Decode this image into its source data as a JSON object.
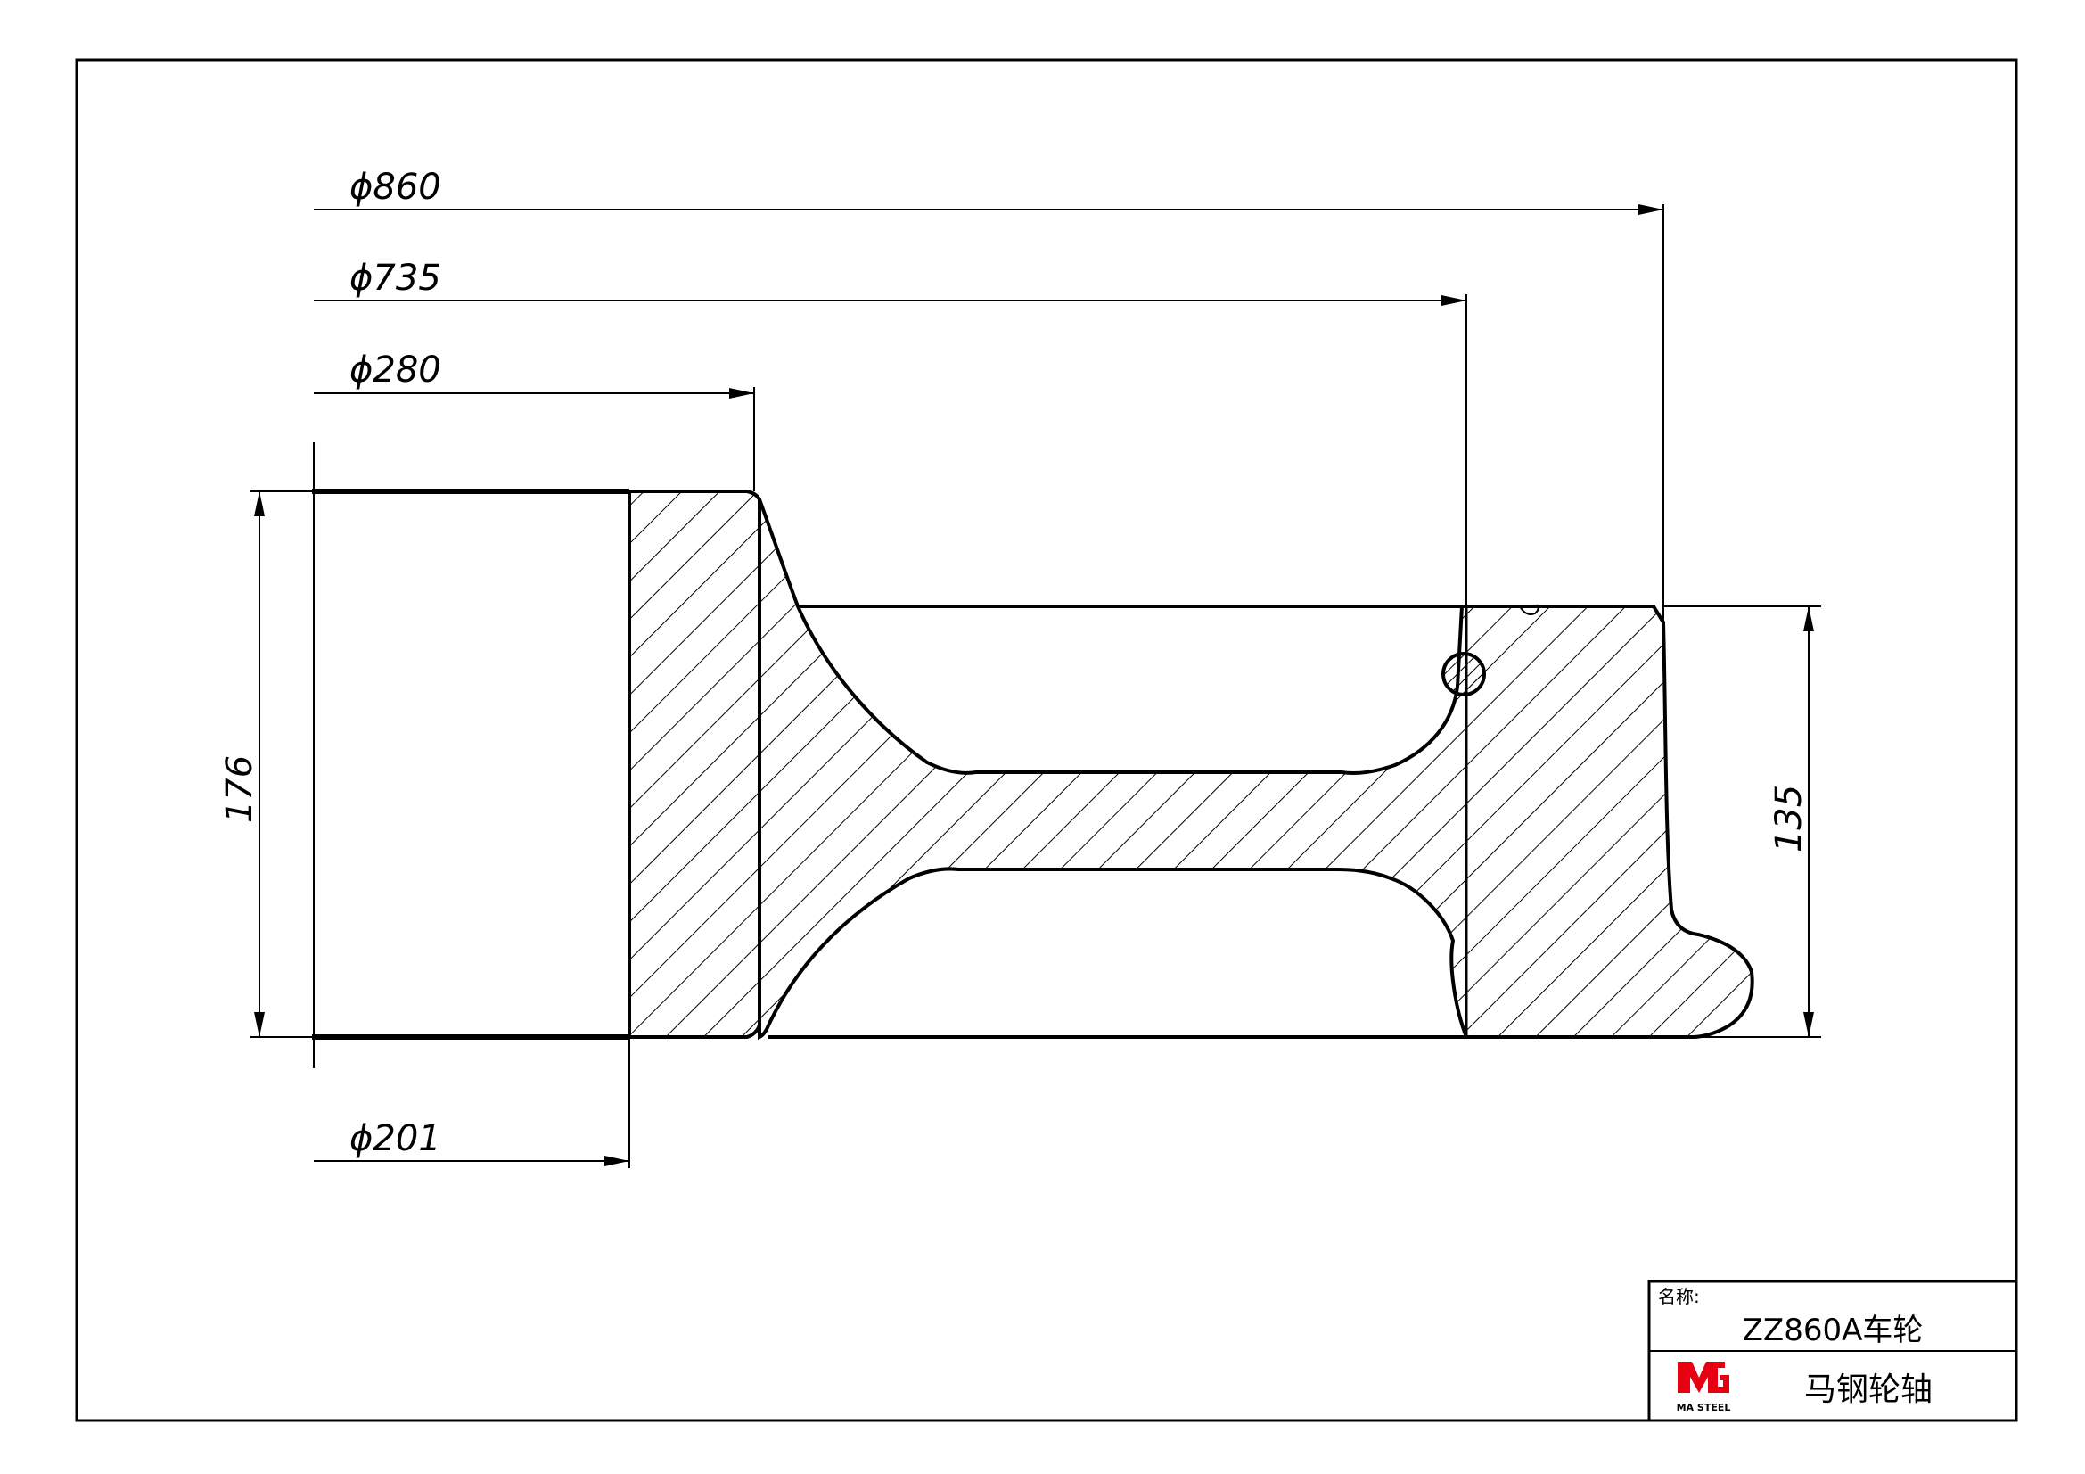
{
  "dimensions": {
    "d860": "ϕ860",
    "d735": "ϕ735",
    "d280": "ϕ280",
    "d201": "ϕ201",
    "len176": "176",
    "len135": "135"
  },
  "title_block": {
    "name_label": "名称:",
    "part_name": "ZZ860A车轮",
    "company": "马钢轮轴",
    "logo_subtext": "MA STEEL",
    "logo_color": "#e60012"
  }
}
